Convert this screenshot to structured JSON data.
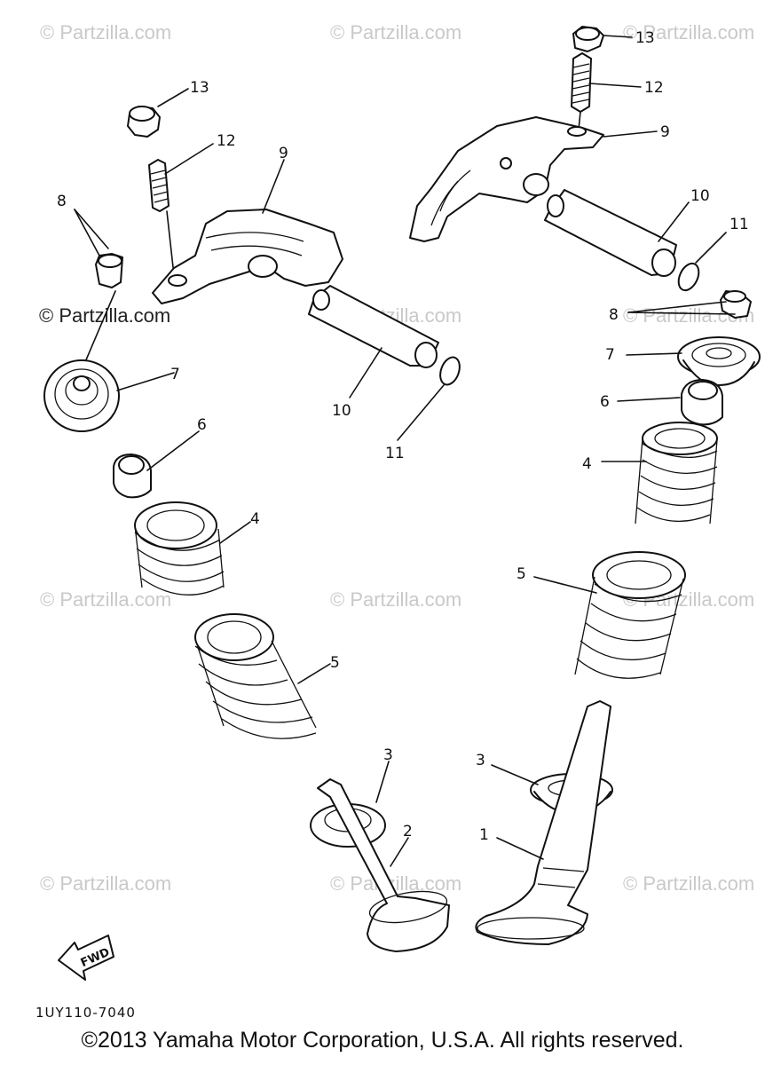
{
  "watermarks": [
    "© Partzilla.com",
    "© Partzilla.com",
    "© Partzilla.com",
    "© Partzilla.com",
    "© Partzilla.com",
    "© Partzilla.com",
    "© Partzilla.com",
    "© Partzilla.com",
    "© Partzilla.com",
    "© Partzilla.com",
    "© Partzilla.com",
    "© Partzilla.com"
  ],
  "watermark_dark": "© Partzilla.com",
  "callouts": {
    "l13": "13",
    "l12": "12",
    "l9": "9",
    "l8": "8",
    "l7": "7",
    "l6": "6",
    "l4": "4",
    "l5": "5",
    "l10": "10",
    "l11": "11",
    "r13": "13",
    "r12": "12",
    "r9": "9",
    "r10": "10",
    "r11": "11",
    "r8": "8",
    "r7": "7",
    "r6": "6",
    "r4": "4",
    "r5": "5",
    "r3": "3",
    "r1": "1",
    "c3": "3",
    "c2": "2"
  },
  "fwd_label": "FWD",
  "diagram_code": "1UY110-7040",
  "copyright": "©2013 Yamaha Motor Corporation, U.S.A. All rights reserved."
}
